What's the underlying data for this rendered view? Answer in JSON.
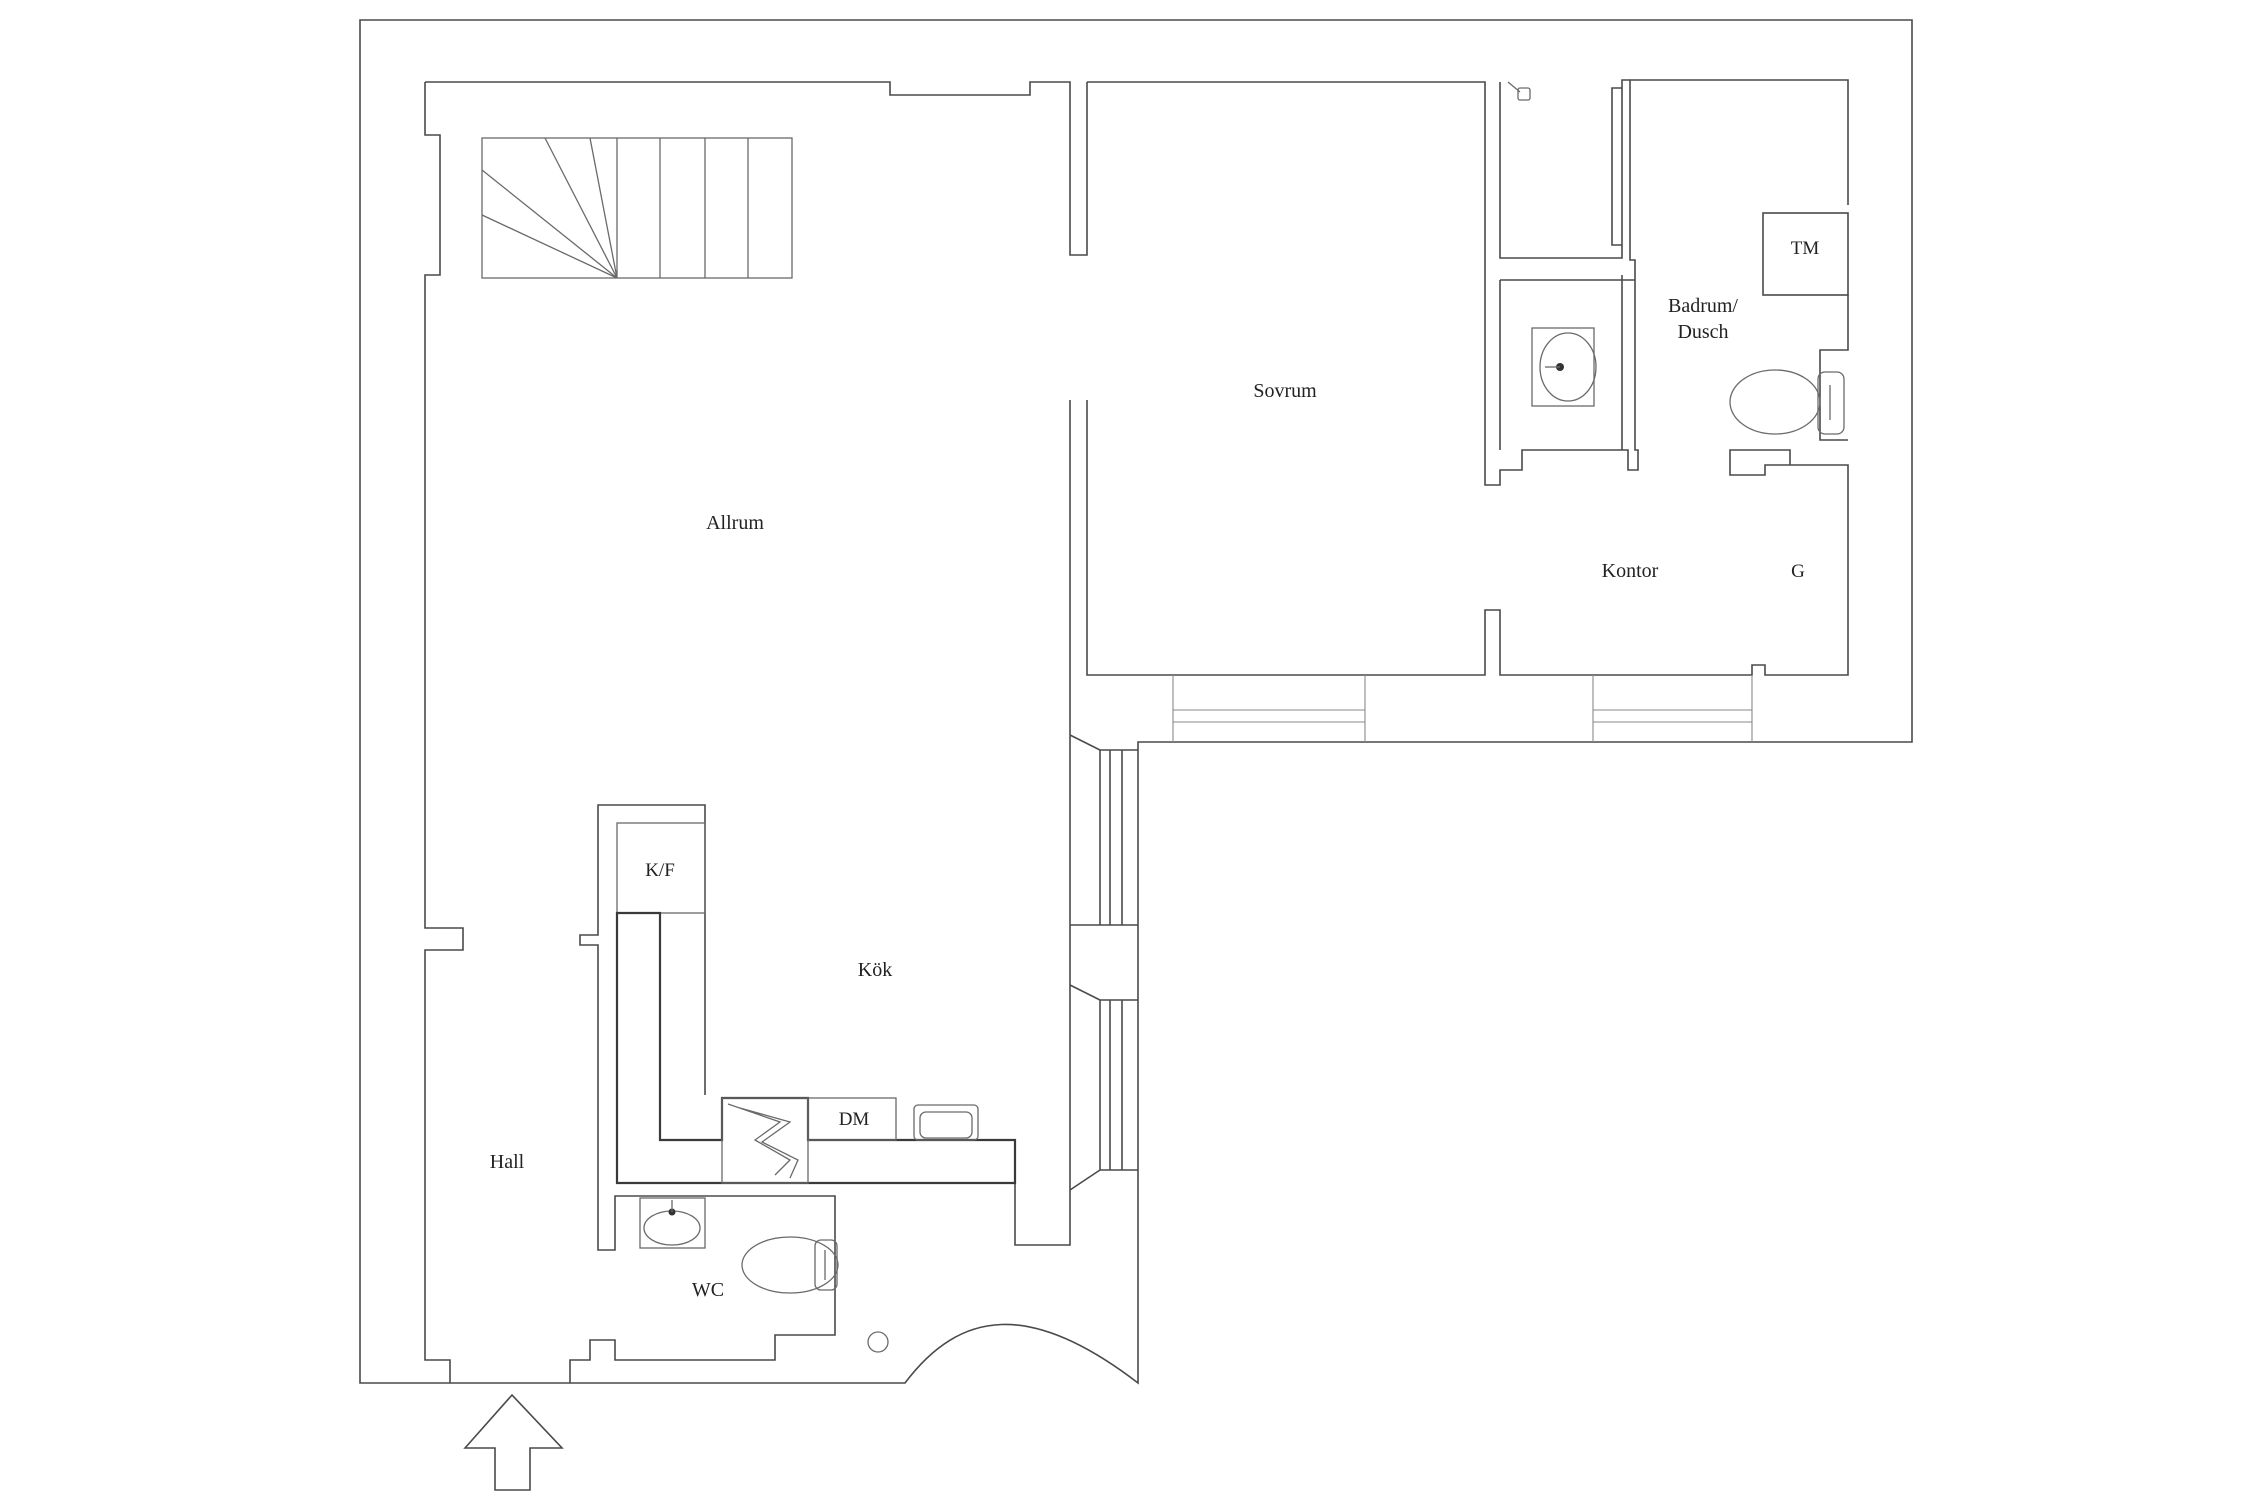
{
  "plan": {
    "rooms": {
      "allrum": "Allrum",
      "sovrum": "Sovrum",
      "badrum_line1": "Badrum/",
      "badrum_line2": "Dusch",
      "kontor": "Kontor",
      "kok": "Kök",
      "hall": "Hall",
      "wc": "WC"
    },
    "fixtures": {
      "tm": "TM",
      "g": "G",
      "kf": "K/F",
      "dm": "DM"
    },
    "icons": {
      "entrance": "arrow-up-icon",
      "toilet": "toilet-icon",
      "sink": "sink-icon",
      "shower": "shower-head-icon",
      "stairs": "staircase-icon",
      "stove": "stove-icon"
    }
  }
}
